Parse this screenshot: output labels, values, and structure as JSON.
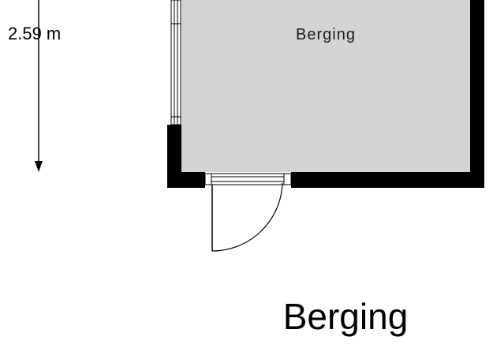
{
  "dimension": {
    "label": "2.59 m"
  },
  "room": {
    "name": "Berging",
    "floor_color": "#d3d3d3"
  },
  "plan_title": "Berging",
  "colors": {
    "wall": "#000000",
    "background": "#ffffff"
  }
}
